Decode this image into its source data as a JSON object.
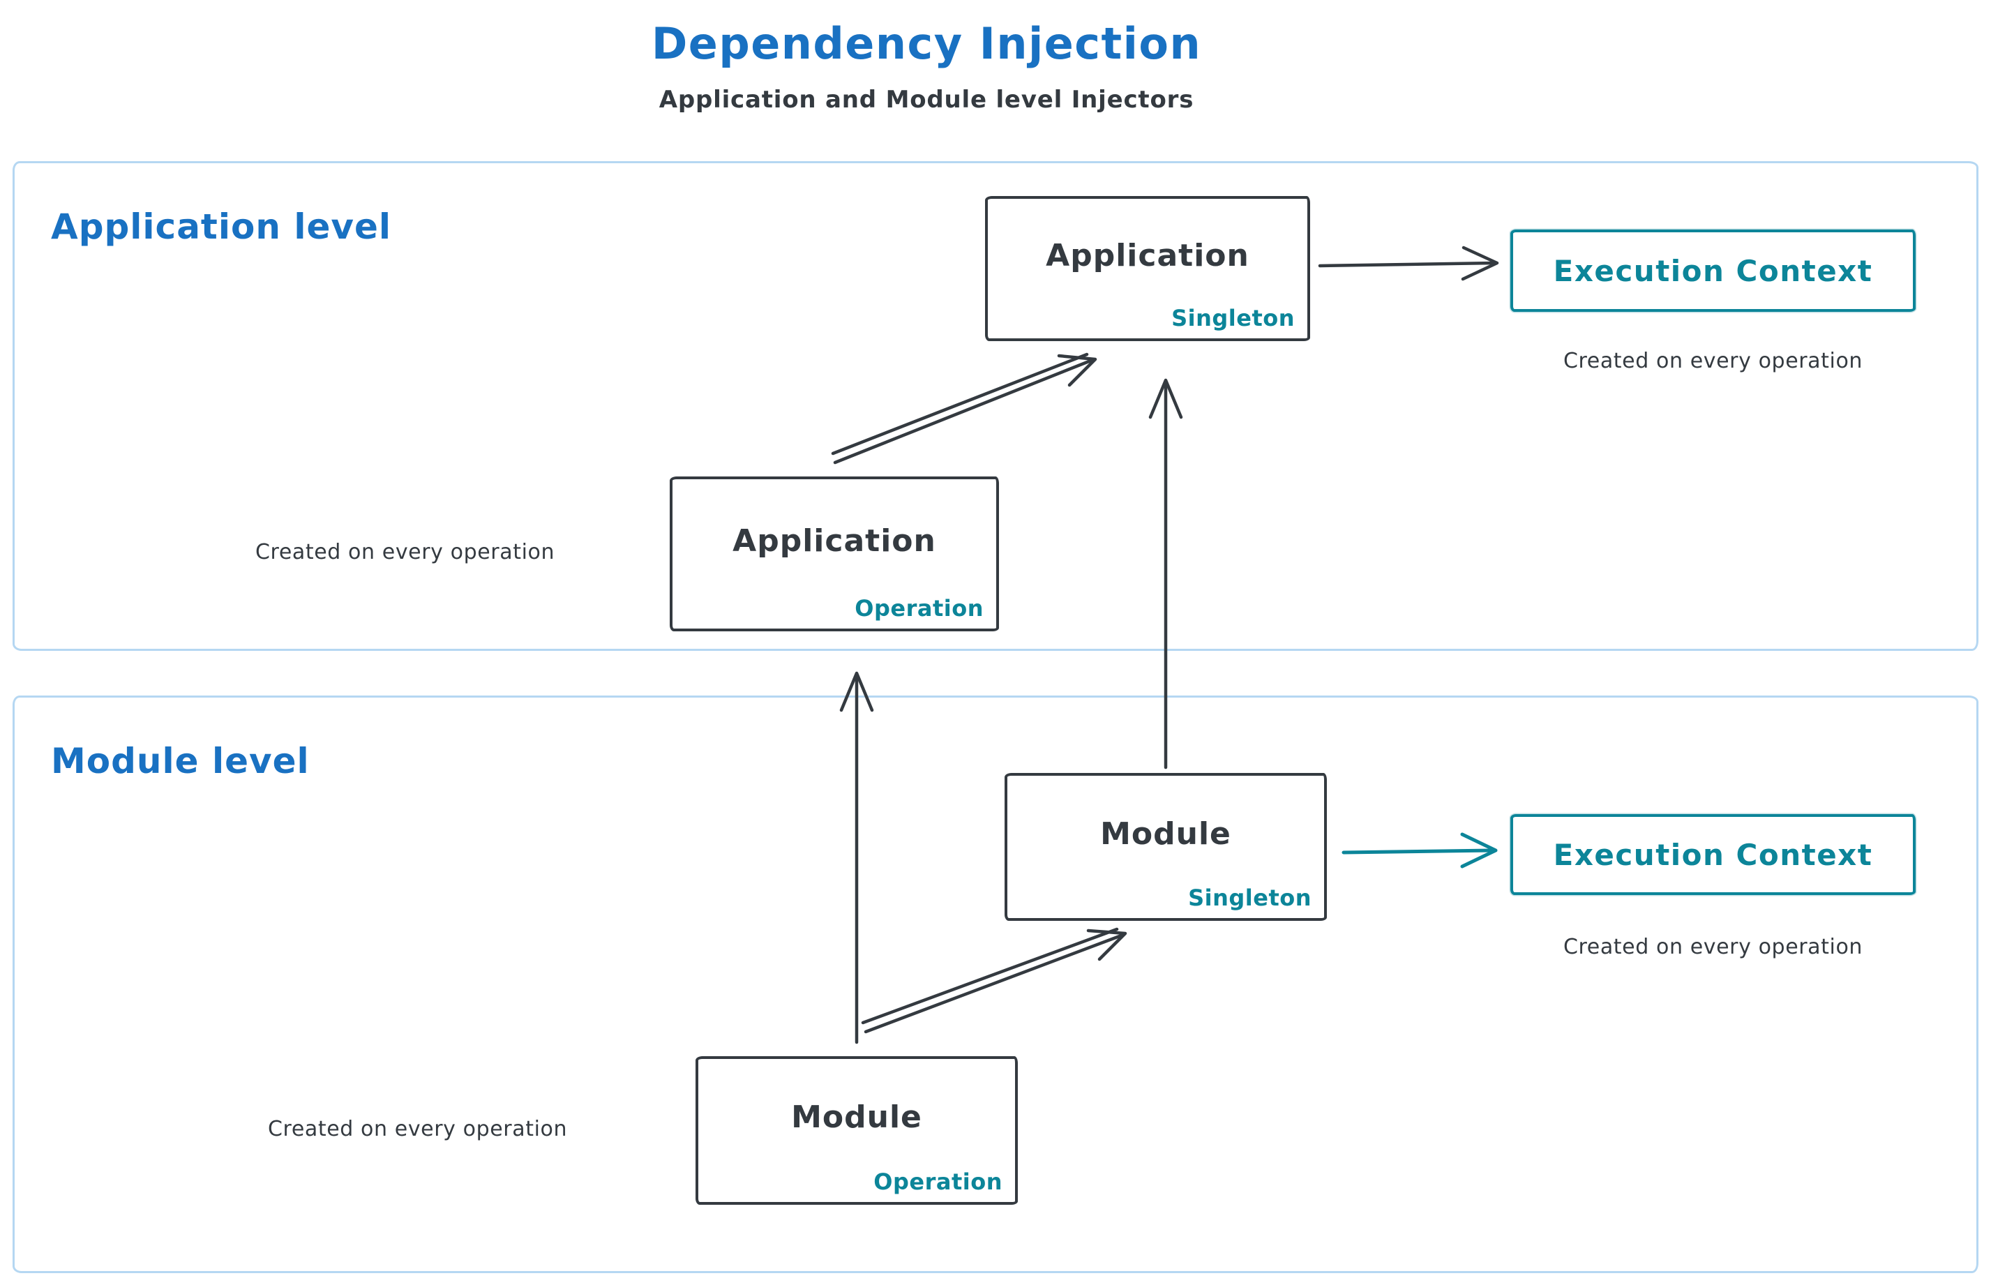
{
  "header": {
    "title": "Dependency Injection",
    "subtitle": "Application and Module level Injectors"
  },
  "colors": {
    "blue": "#1971c2",
    "teal": "#0c8599",
    "dark": "#343a40",
    "section_border": "#b5d7f2"
  },
  "application_level": {
    "label": "Application level",
    "singleton_box": {
      "title": "Application",
      "scope": "Singleton"
    },
    "operation_box": {
      "title": "Application",
      "scope": "Operation"
    },
    "execution_context_label": "Execution Context",
    "execution_context_note": "Created on every operation",
    "operation_note": "Created on every operation"
  },
  "module_level": {
    "label": "Module level",
    "singleton_box": {
      "title": "Module",
      "scope": "Singleton"
    },
    "operation_box": {
      "title": "Module",
      "scope": "Operation"
    },
    "execution_context_label": "Execution Context",
    "execution_context_note": "Created on every operation",
    "operation_note": "Created on every operation"
  }
}
